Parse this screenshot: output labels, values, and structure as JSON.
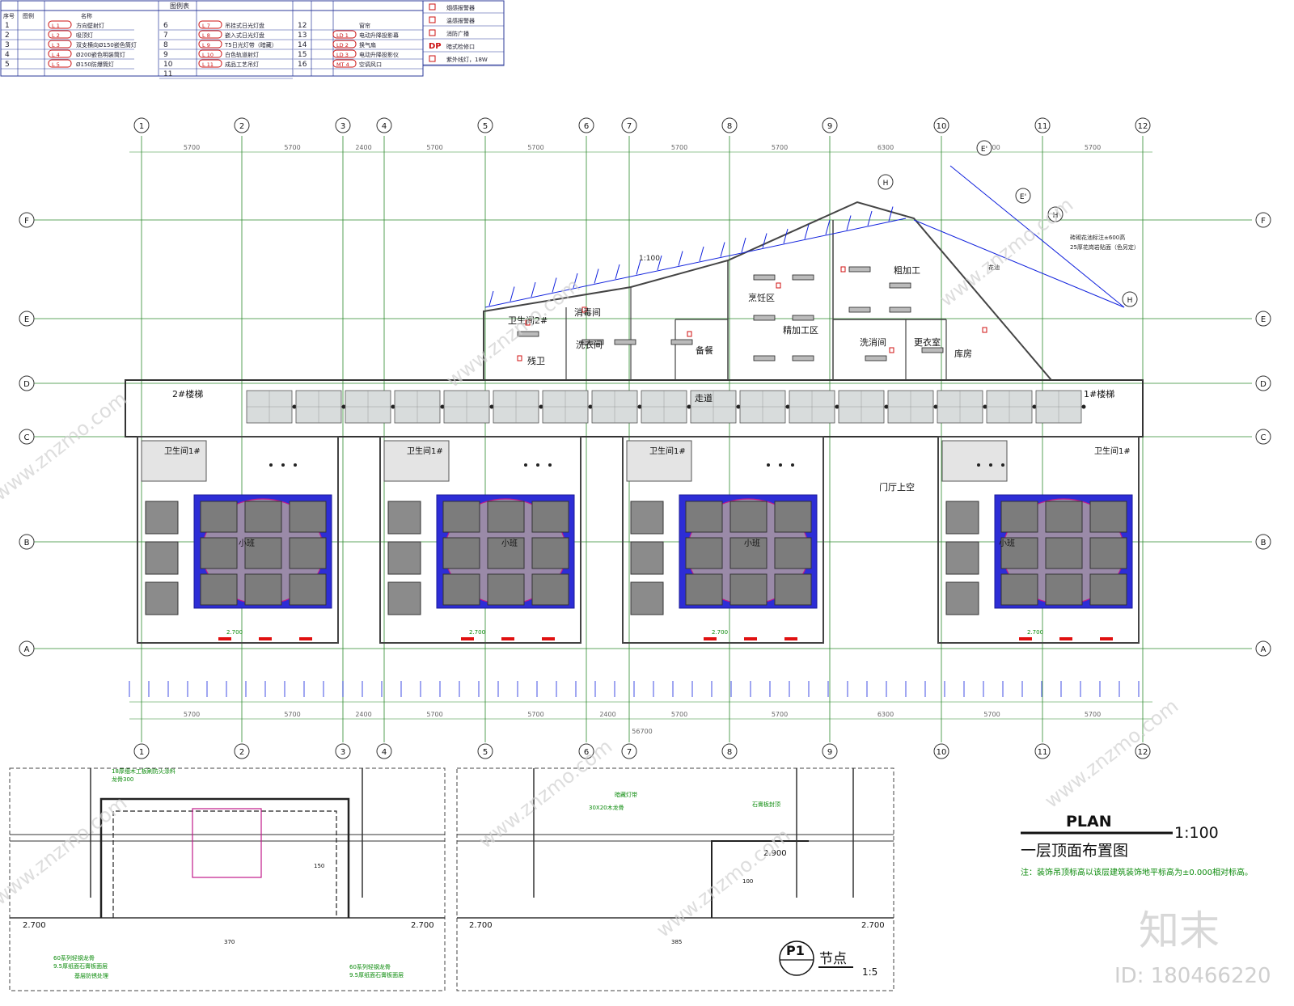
{
  "legend": {
    "title": "图例表",
    "headers": [
      "序号",
      "图例",
      "名称"
    ],
    "rows": [
      {
        "no": "1",
        "code": "L 1",
        "name": "方向壁射灯"
      },
      {
        "no": "2",
        "code": "L 2",
        "name": "吸顶灯"
      },
      {
        "no": "3",
        "code": "L 3",
        "name": "双支横向Ø150嵌色筒灯"
      },
      {
        "no": "4",
        "code": "L 4",
        "name": "Ø200嵌色明装筒灯"
      },
      {
        "no": "5",
        "code": "L 5",
        "name": "Ø150防爆筒灯"
      },
      {
        "no": "6",
        "code": "L 7",
        "name": "吊挂式日光灯盘"
      },
      {
        "no": "7",
        "code": "L 8",
        "name": "嵌入式日光灯盘"
      },
      {
        "no": "8",
        "code": "L 9",
        "name": "T5日光灯带（暗藏）"
      },
      {
        "no": "9",
        "code": "L 10",
        "name": "白色轨道射灯"
      },
      {
        "no": "10",
        "code": "L 11",
        "name": "成品工艺吊灯"
      },
      {
        "no": "11",
        "code": "",
        "name": ""
      },
      {
        "no": "12",
        "code": "",
        "name": "窗帘"
      },
      {
        "no": "13",
        "code": "LD 1",
        "name": "电动升降投影幕"
      },
      {
        "no": "14",
        "code": "LD 2",
        "name": "换气扇"
      },
      {
        "no": "15",
        "code": "LD 3",
        "name": "电动升降投影仪"
      },
      {
        "no": "16",
        "code": "MT 4",
        "name": "空调风口"
      }
    ],
    "extra": [
      {
        "sym": "",
        "name": "烟感报警器"
      },
      {
        "sym": "",
        "name": "温感报警器"
      },
      {
        "sym": "",
        "name": "消防广播"
      },
      {
        "sym": "DP",
        "name": "暗式检修口"
      },
      {
        "sym": "",
        "name": "紫外线灯，18W"
      }
    ]
  },
  "grid": {
    "columns": [
      "1",
      "2",
      "3",
      "4",
      "5",
      "6",
      "7",
      "8",
      "9",
      "10",
      "11",
      "12"
    ],
    "rows": [
      "F",
      "E",
      "D",
      "C",
      "B",
      "A"
    ],
    "top_dims": [
      "5700",
      "5700",
      "2400",
      "5700",
      "5700",
      "5700",
      "5700",
      "6300",
      "5700",
      "5700"
    ],
    "bottom_dims": [
      "5700",
      "5700",
      "2400",
      "5700",
      "5700",
      "2400",
      "5700",
      "5700",
      "6300",
      "5700",
      "5700"
    ],
    "total": "56700",
    "diag_marks": [
      "H",
      "E'",
      "H",
      "E'",
      "H"
    ]
  },
  "rooms": [
    {
      "label": "消毒间"
    },
    {
      "label": "洗衣间"
    },
    {
      "label": "卫生间2#"
    },
    {
      "label": "备餐"
    },
    {
      "label": "烹饪区"
    },
    {
      "label": "精加工区"
    },
    {
      "label": "粗加工"
    },
    {
      "label": "洗消间"
    },
    {
      "label": "更衣室"
    },
    {
      "label": "库房"
    },
    {
      "label": "花池"
    },
    {
      "label": "2#楼梯"
    },
    {
      "label": "1#楼梯"
    },
    {
      "label": "走道"
    },
    {
      "label": "门厅上空"
    },
    {
      "label": "卫生间1#"
    },
    {
      "label": "卫生间1#"
    },
    {
      "label": "卫生间1#"
    },
    {
      "label": "卫生间1#"
    },
    {
      "label": "小班"
    },
    {
      "label": "小班"
    },
    {
      "label": "小班"
    },
    {
      "label": "小班"
    },
    {
      "label": "残卫"
    }
  ],
  "notes": {
    "planter": "砖砌花池标注±600高",
    "planter2": "25厚花岗岩贴面（色另定）",
    "scale_mark": "1:100",
    "level": "2.700"
  },
  "title_block": {
    "plan": "PLAN",
    "scale": "1:100",
    "title": "一层顶面布置图",
    "note": "注：装饰吊顶标高以该层建筑装饰地平标高为±0.000相对标高。"
  },
  "detail": {
    "label": "P1",
    "title": "节点",
    "scale": "1:5",
    "levels": [
      "2.700",
      "2.700",
      "2.900",
      "2.700",
      "2.700"
    ],
    "dims": [
      "370",
      "385",
      "150",
      "100"
    ],
    "notes": [
      "18厚细木工板刷防火涂料",
      "龙骨300",
      "60系列轻钢龙骨",
      "9.5厚纸面石膏板面层",
      "基层防锈处理",
      "60系列轻钢龙骨",
      "9.5厚纸面石膏板面层",
      "30X20木龙骨",
      "石膏板封顶",
      "暗藏灯带"
    ]
  },
  "watermark": {
    "brand": "知末",
    "id": "ID: 180466220",
    "site": "www.znzmo.com"
  }
}
